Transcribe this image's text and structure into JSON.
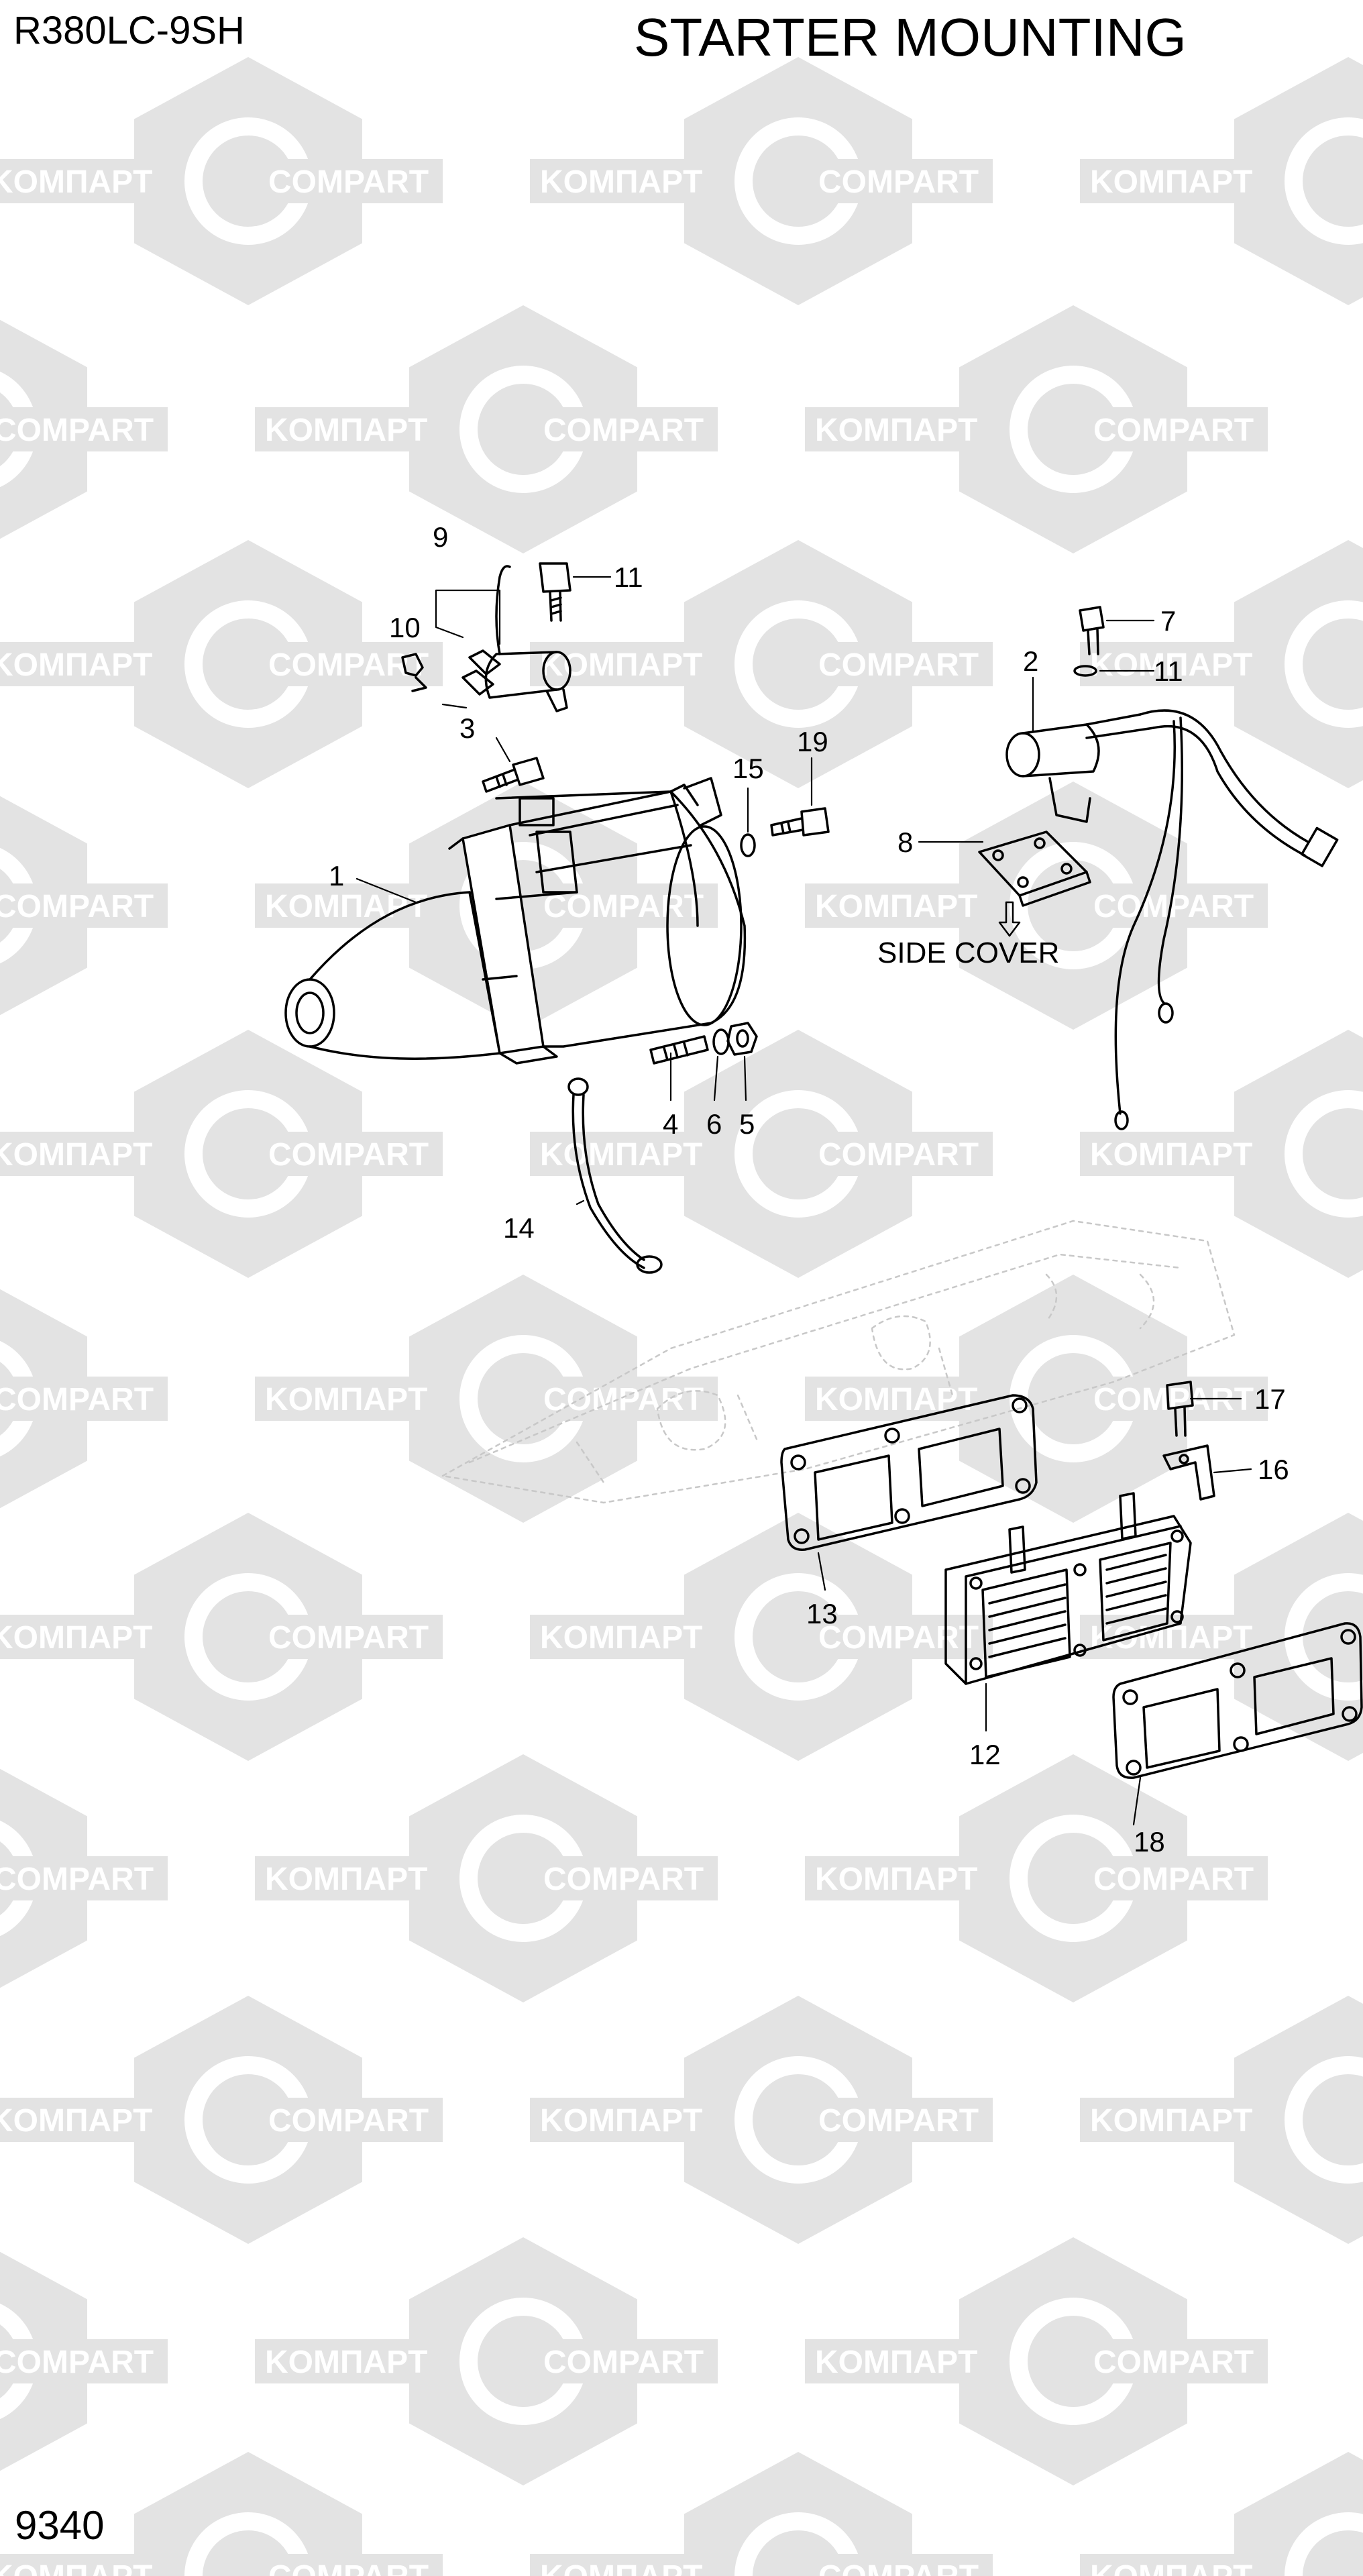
{
  "header": {
    "model": "R380LC-9SH",
    "title": "STARTER MOUNTING"
  },
  "footer": {
    "page_number": "9340"
  },
  "watermark": {
    "words": [
      "KOMПAPT",
      "COMPART"
    ],
    "color": "#e3e3e3"
  },
  "callouts": [
    "1",
    "2",
    "3",
    "4",
    "5",
    "6",
    "7",
    "8",
    "9",
    "10",
    "11",
    "11",
    "12",
    "13",
    "14",
    "15",
    "16",
    "17",
    "18",
    "19"
  ],
  "notes": {
    "side_cover": "SIDE COVER"
  },
  "colors": {
    "line": "#000000",
    "watermark": "#e3e3e3",
    "ghost_engine": "#c8c8c8"
  }
}
